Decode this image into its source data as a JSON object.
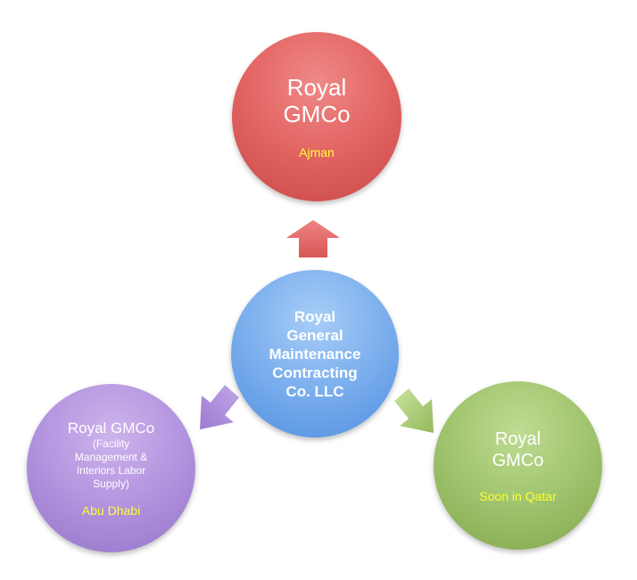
{
  "center": {
    "title_lines": [
      "Royal",
      "General",
      "Maintenance",
      "Contracting",
      "Co. LLC"
    ]
  },
  "top": {
    "title_lines": [
      "Royal",
      "GMCo"
    ],
    "location": "Ajman"
  },
  "left": {
    "title": "Royal GMCo",
    "subtitle_lines": [
      "(Facility",
      "Management &",
      "Interiors Labor",
      "Supply)"
    ],
    "location": "Abu Dhabi"
  },
  "right": {
    "title_lines": [
      "Royal",
      "GMCo"
    ],
    "location": "Soon in Qatar"
  },
  "colors": {
    "top": "#e36765",
    "center": "#7fb1ee",
    "left": "#b596e0",
    "right": "#a3c671",
    "location_text": "#ffff33"
  }
}
